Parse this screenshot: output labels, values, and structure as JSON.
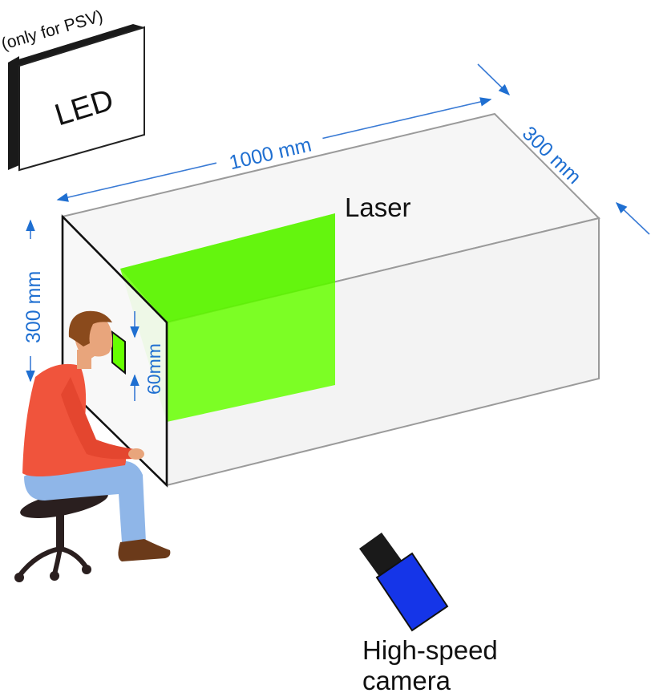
{
  "led": {
    "note": "(only for PSV)",
    "label": "LED"
  },
  "laser": {
    "label": "Laser"
  },
  "dimensions": {
    "length": "1000 mm",
    "depth": "300 mm",
    "height": "300 mm",
    "window": "60mm"
  },
  "camera": {
    "label_line1": "High-speed",
    "label_line2": "camera"
  },
  "colors": {
    "laser_sheet": "#66ff00",
    "dimension": "#1f6fd1",
    "camera_body": "#1535e8",
    "camera_lens": "#1a1a1a",
    "person_shirt": "#f0543c",
    "person_pants": "#8fb6e8",
    "person_hair": "#8a4a1c",
    "stool": "#2a1f1f"
  }
}
